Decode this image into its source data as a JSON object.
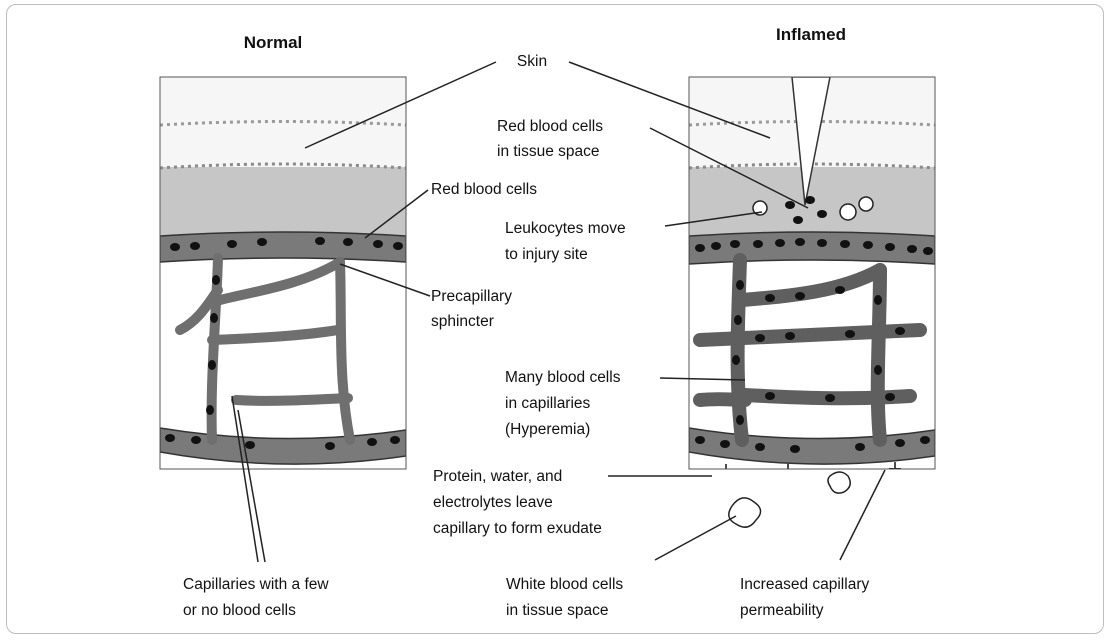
{
  "titles": {
    "normal": "Normal",
    "inflamed": "Inflamed"
  },
  "labels": {
    "skin": "Skin",
    "rbc_tissue_1": "Red blood cells",
    "rbc_tissue_2": "in tissue space",
    "red_blood_cells": "Red blood cells",
    "leukocytes_1": "Leukocytes move",
    "leukocytes_2": "to injury site",
    "precap_1": "Precapillary",
    "precap_2": "sphincter",
    "many_1": "Many blood cells",
    "many_2": "in capillaries",
    "many_3": "(Hyperemia)",
    "exudate_1": "Protein, water, and",
    "exudate_2": "electrolytes leave",
    "exudate_3": "capillary to form exudate",
    "cap_few_1": "Capillaries with a few",
    "cap_few_2": "or no blood cells",
    "wbc_1": "White blood cells",
    "wbc_2": "in tissue space",
    "perm_1": "Increased capillary",
    "perm_2": "permeability"
  },
  "colors": {
    "skin_top": "#f4f4f4",
    "dermis": "#c9c9c9",
    "vessel": "#707070",
    "cell": "#111111",
    "line": "#222222"
  }
}
